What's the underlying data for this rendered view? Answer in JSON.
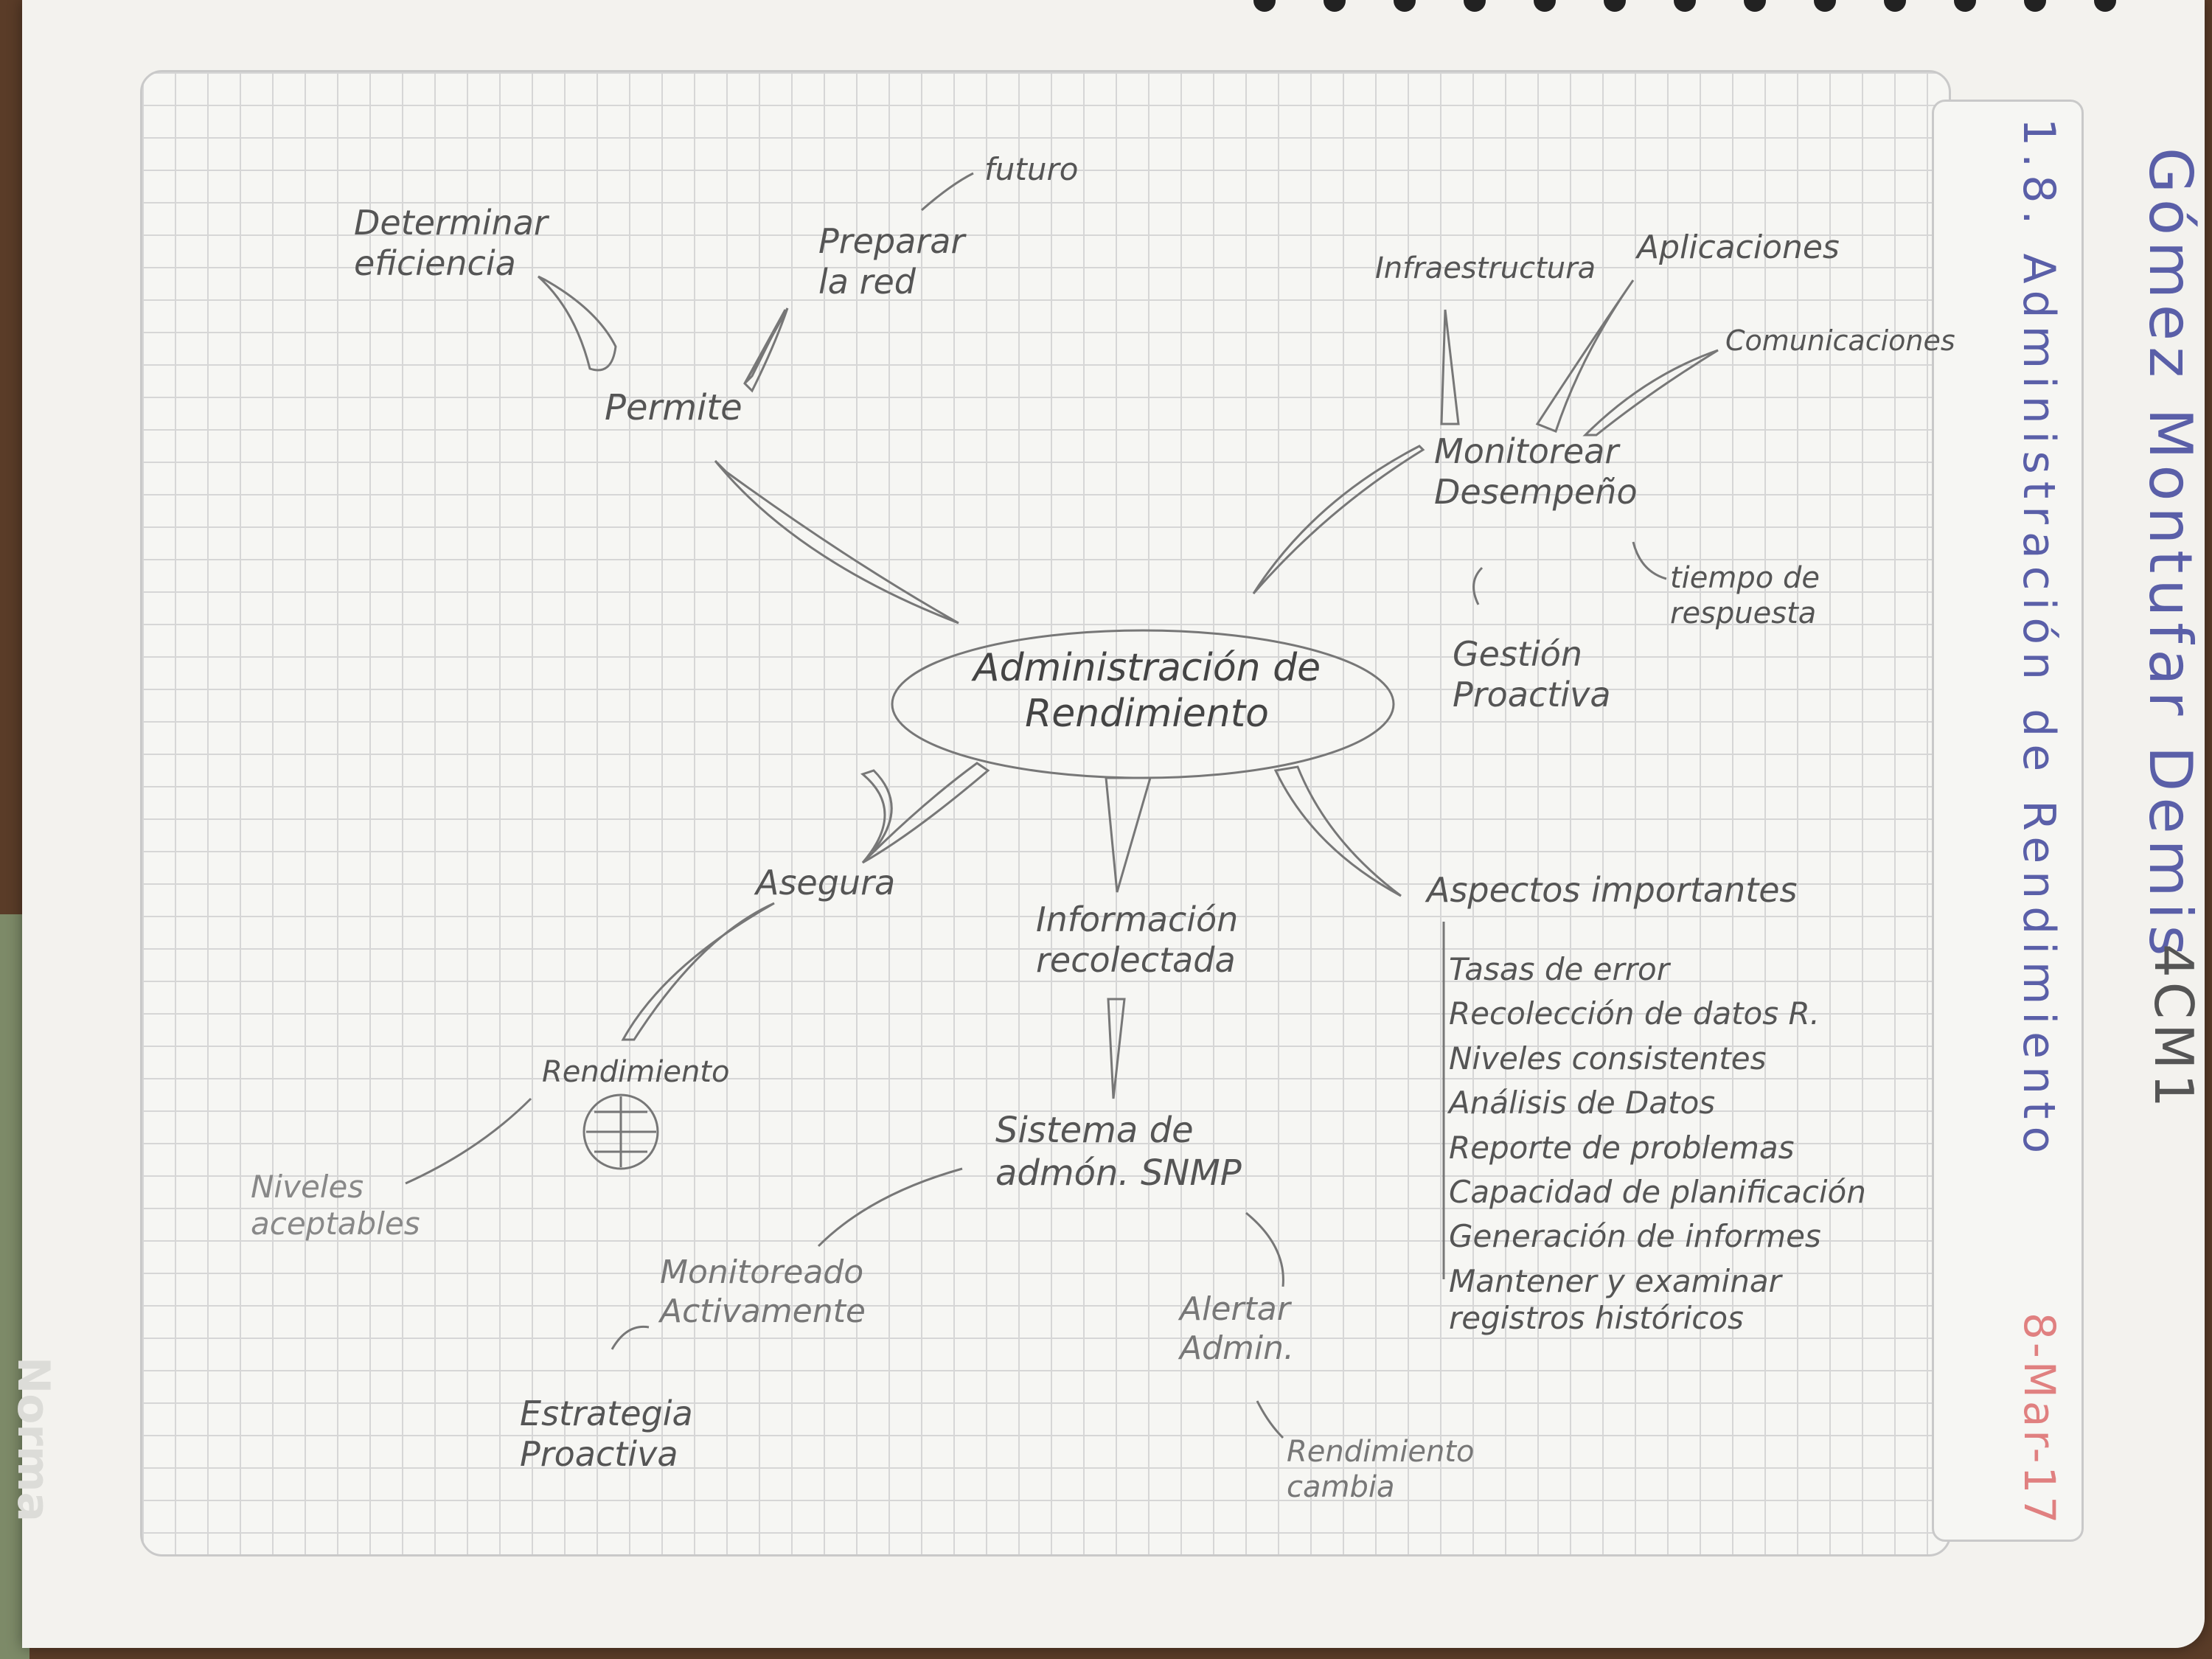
{
  "header": {
    "name": "Gómez Montufar Demis",
    "group": "4CM1",
    "topic": "1.8. Administración de Rendimiento",
    "date": "8-Mar-17"
  },
  "watermark": "Norma",
  "central": "Administración de\nRendimiento",
  "nodes": {
    "permite": "Permite",
    "determinar": "Determinar\neficiencia",
    "preparar": "Preparar\nla red",
    "futuro": "futuro",
    "monitorear": "Monitorear\nDesempeño",
    "infraestructura": "Infraestructura",
    "aplicaciones": "Aplicaciones",
    "comunicaciones": "Comunicaciones",
    "tiempo": "tiempo de\nrespuesta",
    "gestion": "Gestión\nProactiva",
    "asegura": "Asegura",
    "rendimiento": "Rendimiento",
    "niveles": "Niveles\naceptables",
    "informacion": "Información\nrecolectada",
    "sistema": "Sistema de\nadmón. SNMP",
    "monitoreado": "Monitoreado\nActivamente",
    "estrategia": "Estrategia\nProactiva",
    "alertar": "Alertar\nAdmin.",
    "rend_cambia": "Rendimiento\ncambia",
    "aspectos": "Aspectos importantes"
  },
  "aspectos_list": [
    "Tasas de error",
    "Recolección de datos R.",
    "Niveles consistentes",
    "Análisis de Datos",
    "Reporte de problemas",
    "Capacidad de planificación",
    "Generación de informes",
    "Mantener y examinar\nregistros históricos"
  ],
  "colors": {
    "pencil": "#555555",
    "header_blue": "#5a5fa8",
    "date_red": "#e08080"
  }
}
